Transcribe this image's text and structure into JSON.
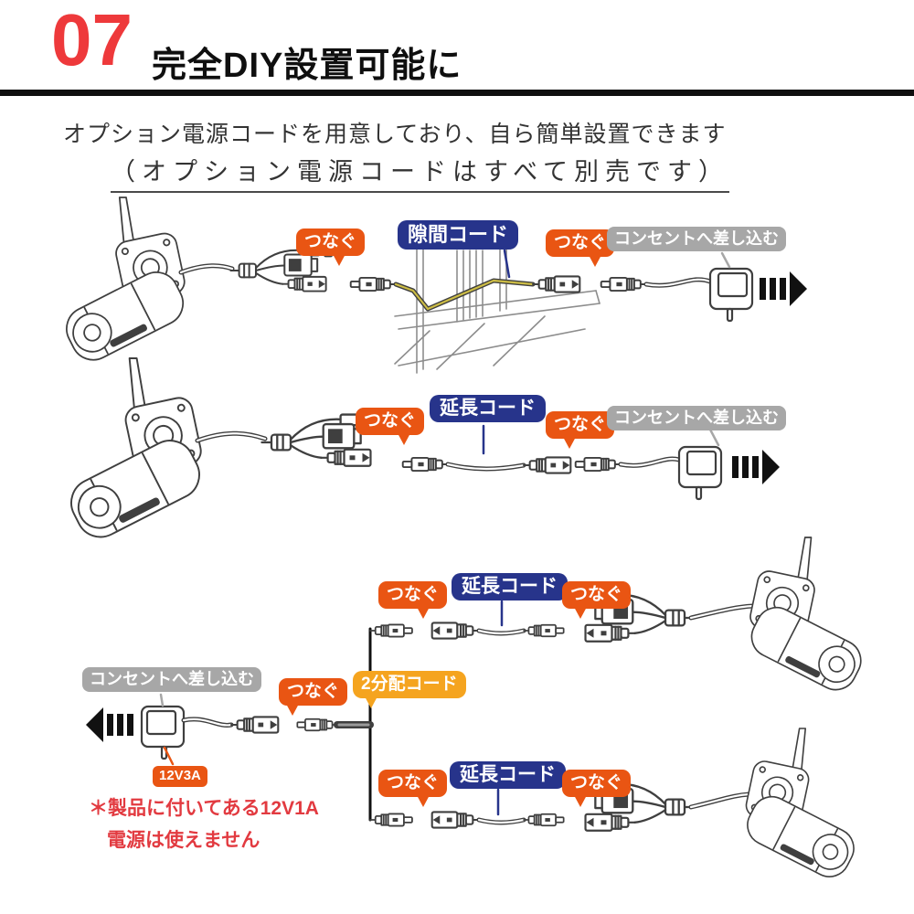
{
  "header": {
    "number": "07",
    "title": "完全DIY設置可能に"
  },
  "intro": {
    "line1": "オプション電源コードを用意しており、自ら簡単設置できます",
    "line2": "（オプション電源コードはすべて別売です）"
  },
  "labels": {
    "connect": "つなぐ",
    "gap_cord": "隙間コード",
    "extension_cord": "延長コード",
    "splitter_cord": "2分配コード",
    "plug_into_outlet": "コンセントへ差し込む",
    "power_rating": "12V3A"
  },
  "note": {
    "line1": "＊製品に付いてある12V1A",
    "line2": "電源は使えません"
  },
  "colors": {
    "accent_red": "#ee393b",
    "bubble_orange": "#e95513",
    "label_navy": "#27348b",
    "label_yellow": "#f5a41f",
    "label_gray": "#a7a7a7",
    "note_red": "#e23a40",
    "line_art": "#3f3f3f"
  }
}
